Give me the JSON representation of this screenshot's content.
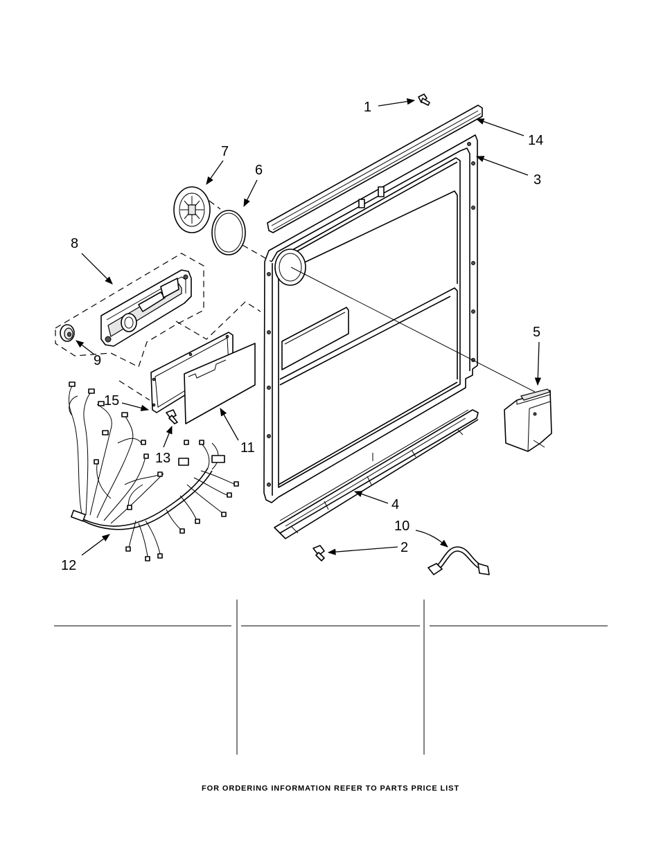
{
  "callouts": {
    "c1": "1",
    "c2": "2",
    "c3": "3",
    "c4": "4",
    "c5": "5",
    "c6": "6",
    "c7": "7",
    "c8": "8",
    "c9": "9",
    "c10": "10",
    "c11": "11",
    "c12": "12",
    "c13": "13",
    "c14": "14",
    "c15": "15"
  },
  "footer": {
    "text": "FOR ORDERING INFORMATION REFER TO PARTS PRICE LIST"
  }
}
